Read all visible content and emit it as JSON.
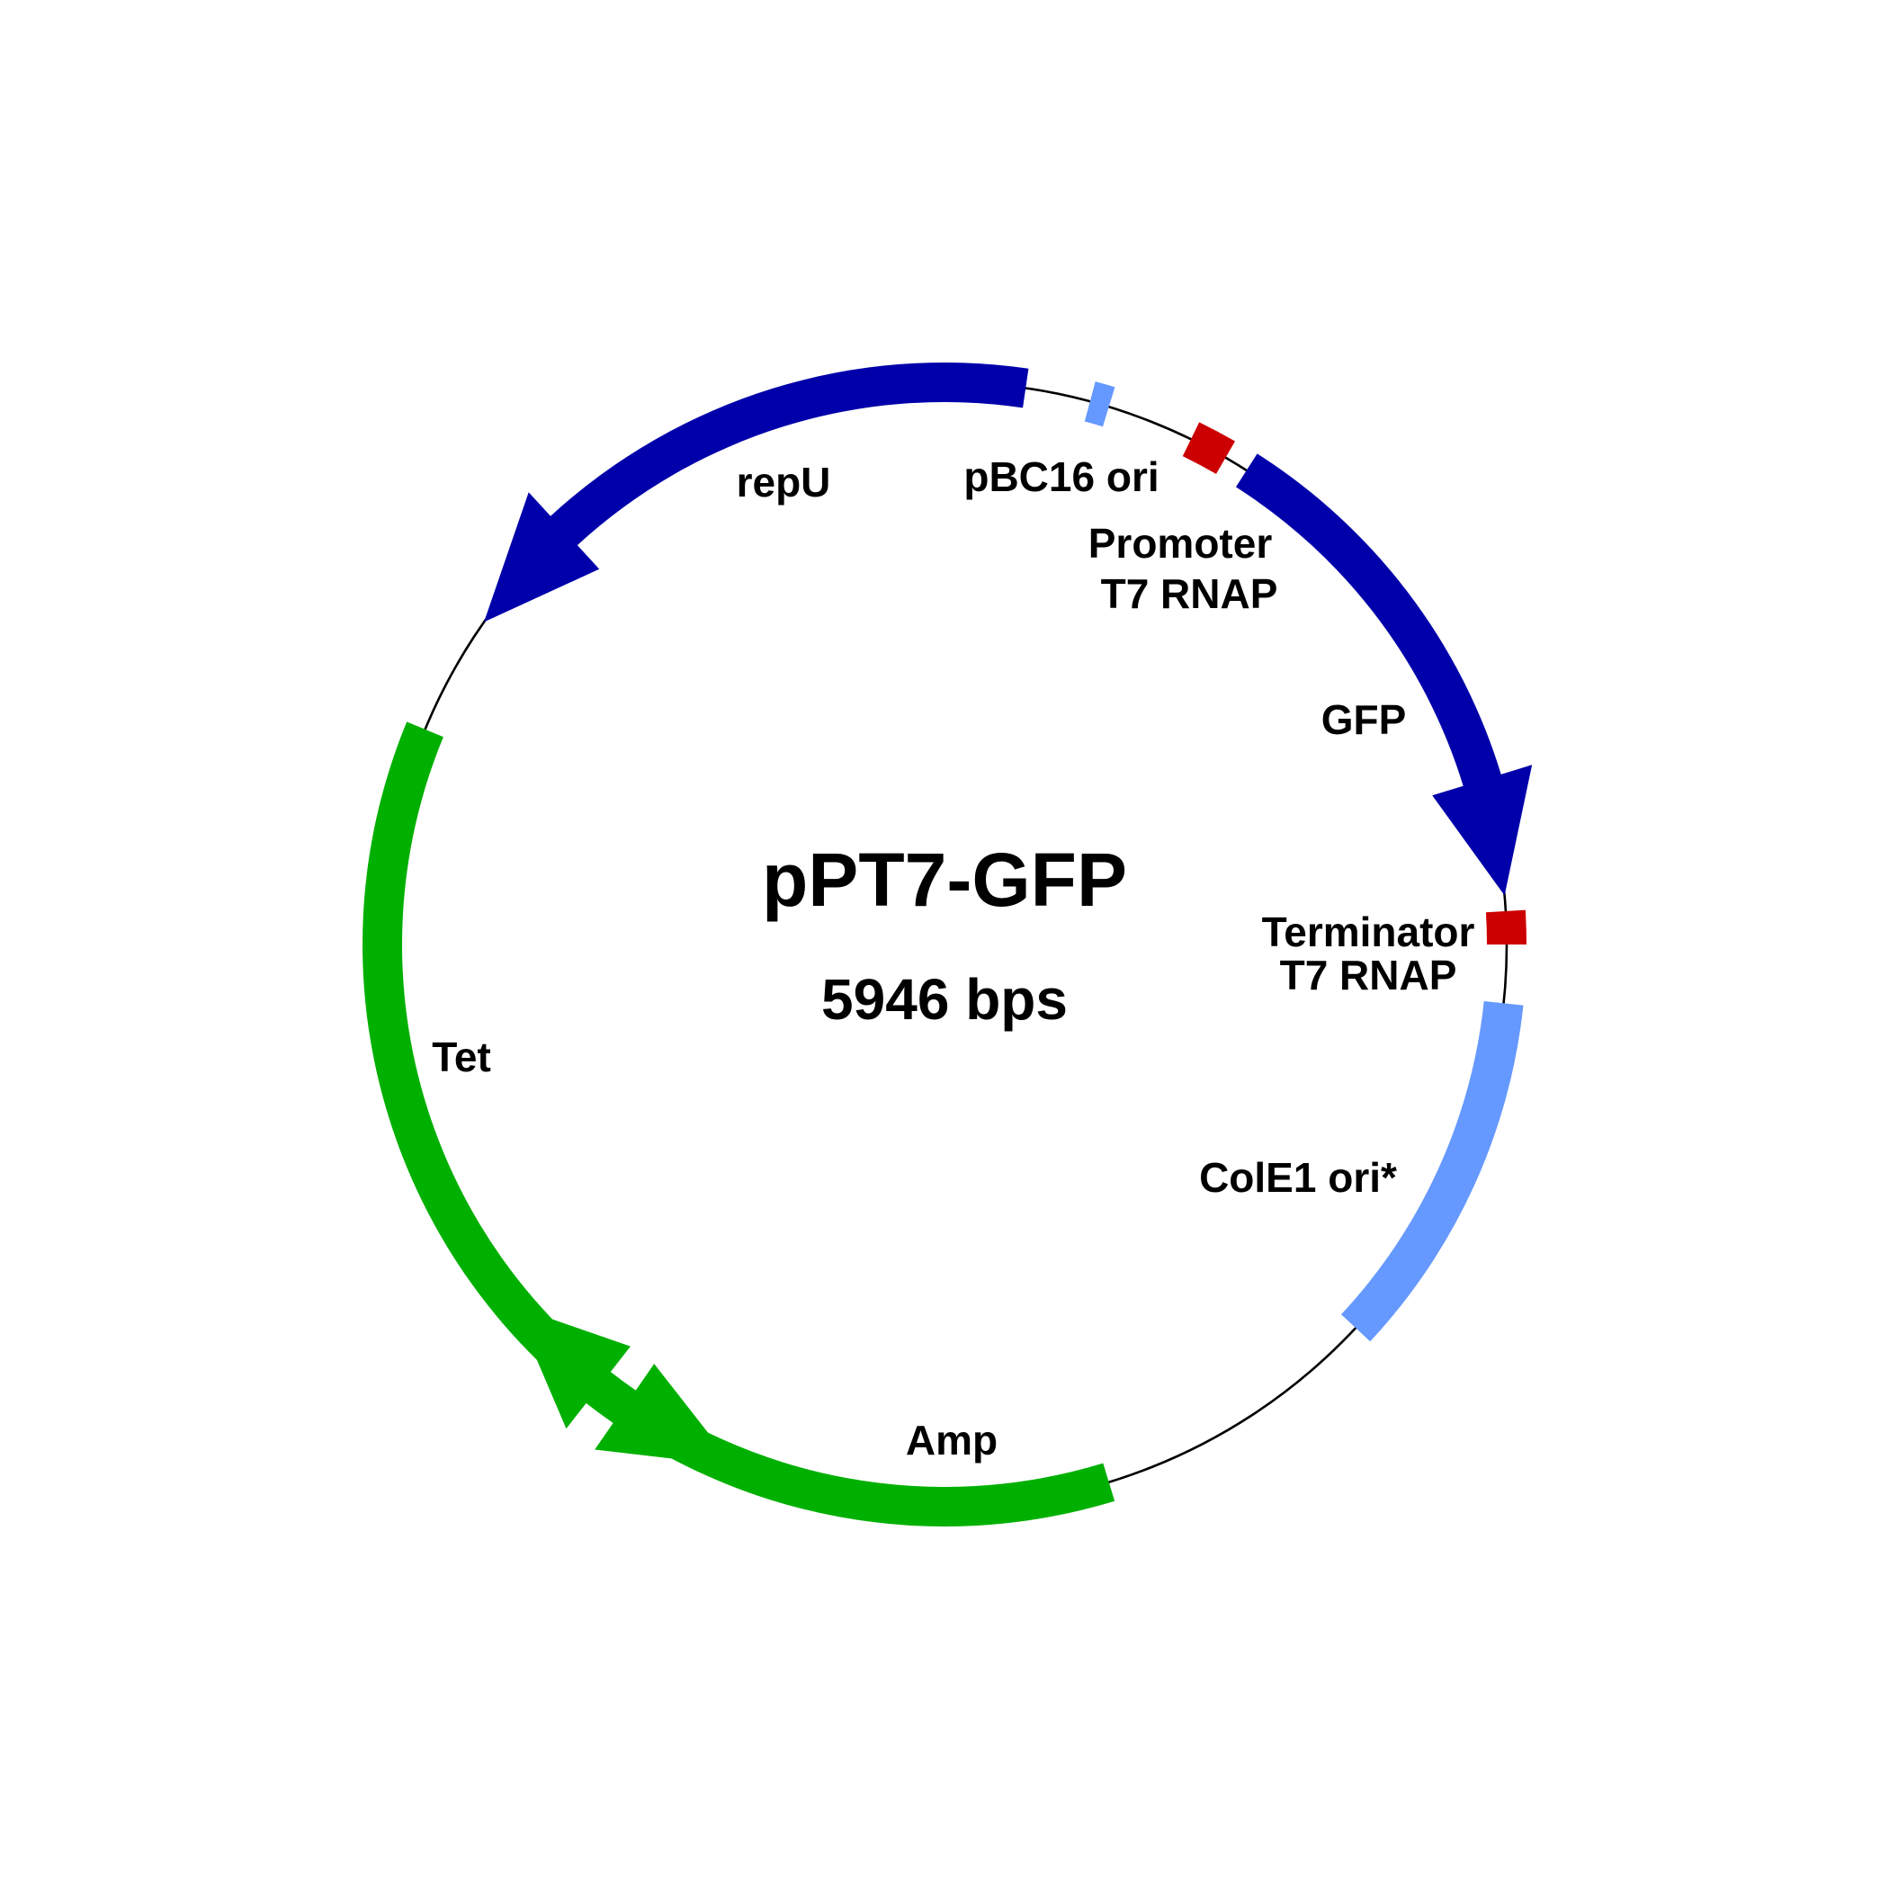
{
  "plasmid": {
    "name": "pPT7-GFP",
    "size_label": "5946 bps"
  },
  "colors": {
    "backbone": "#000000",
    "gene_blue": "#0000aa",
    "ori_light_blue": "#6699ff",
    "regulatory_red": "#cc0000",
    "resistance_green": "#00b000"
  },
  "features": [
    {
      "id": "repU",
      "label_lines": [
        "repU"
      ],
      "type": "arrow",
      "direction": "ccw",
      "color": "gene_blue"
    },
    {
      "id": "pbc16-ori",
      "label_lines": [
        "pBC16 ori"
      ],
      "type": "block",
      "color": "ori_light_blue"
    },
    {
      "id": "promoter",
      "label_lines": [
        "Promoter",
        "T7 RNAP"
      ],
      "type": "block",
      "color": "regulatory_red"
    },
    {
      "id": "gfp",
      "label_lines": [
        "GFP"
      ],
      "type": "arrow",
      "direction": "cw",
      "color": "gene_blue"
    },
    {
      "id": "terminator",
      "label_lines": [
        "Terminator",
        "T7 RNAP"
      ],
      "type": "block",
      "color": "regulatory_red"
    },
    {
      "id": "cole1-ori",
      "label_lines": [
        "ColE1 ori*"
      ],
      "type": "block",
      "color": "ori_light_blue"
    },
    {
      "id": "amp",
      "label_lines": [
        "Amp"
      ],
      "type": "arrow",
      "direction": "cw",
      "color": "resistance_green"
    },
    {
      "id": "tet",
      "label_lines": [
        "Tet"
      ],
      "type": "arrow",
      "direction": "ccw",
      "color": "resistance_green"
    }
  ]
}
